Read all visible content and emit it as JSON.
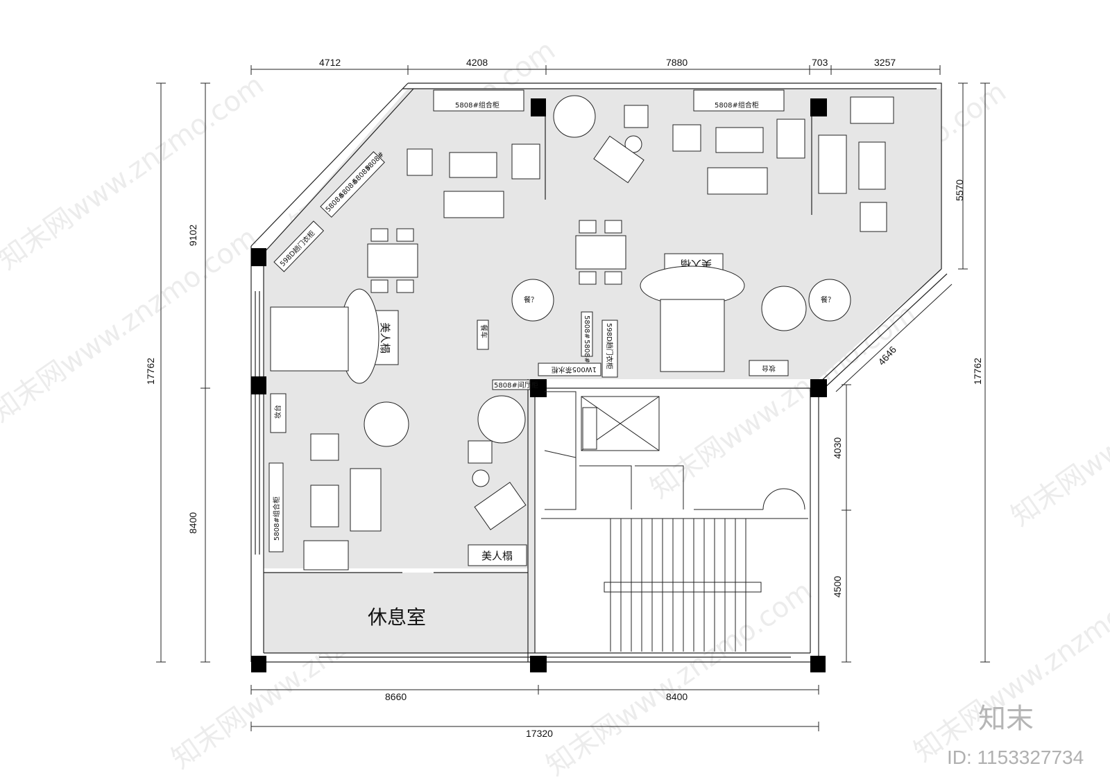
{
  "dimensions": {
    "top": [
      "4712",
      "4208",
      "7880",
      "703",
      "3257"
    ],
    "bottom": [
      "8660",
      "8400"
    ],
    "total_width": "17320",
    "left": [
      "9102",
      "8400"
    ],
    "left_total": "17762",
    "right": [
      "4030",
      "4500"
    ],
    "right_total": "17762",
    "diagonal_upper": "5570",
    "diagonal_lower": "4646"
  },
  "labels": {
    "cabinet_top_left": "5808#组合柜",
    "cabinet_top_right": "5808#组合柜",
    "wardrobe_diag": "598D趟门衣柜",
    "diag_small_1": "5808#",
    "diag_small_2": "5808#",
    "diag_small_3": "5808#",
    "diag_small_4": "5808#",
    "beauty_couch_1": "美人榻",
    "beauty_couch_2": "美人榻",
    "beauty_couch_3": "美人榻",
    "dining_cart": "餐车",
    "side_cab_1": "5808#",
    "side_cab_2": "5808#",
    "wardrobe_center": "598D趟门衣柜",
    "wine_cabinet": "1W005茶水柜",
    "partition_cabinet": "5808#间厅柜",
    "dressing_1": "妆台",
    "dressing_2": "妆台",
    "cabinet_left": "5808#组合柜",
    "round_table_1": "餐？",
    "round_table_2": "餐？",
    "rest_room": "休息室"
  },
  "watermarks": {
    "text": "知末网www.znzmo.com"
  },
  "branding": {
    "logo": "知末",
    "id_text": "ID: 1153327734"
  },
  "colors": {
    "floor": "#e6e6e6",
    "wall": "#222222",
    "column": "#000000"
  }
}
